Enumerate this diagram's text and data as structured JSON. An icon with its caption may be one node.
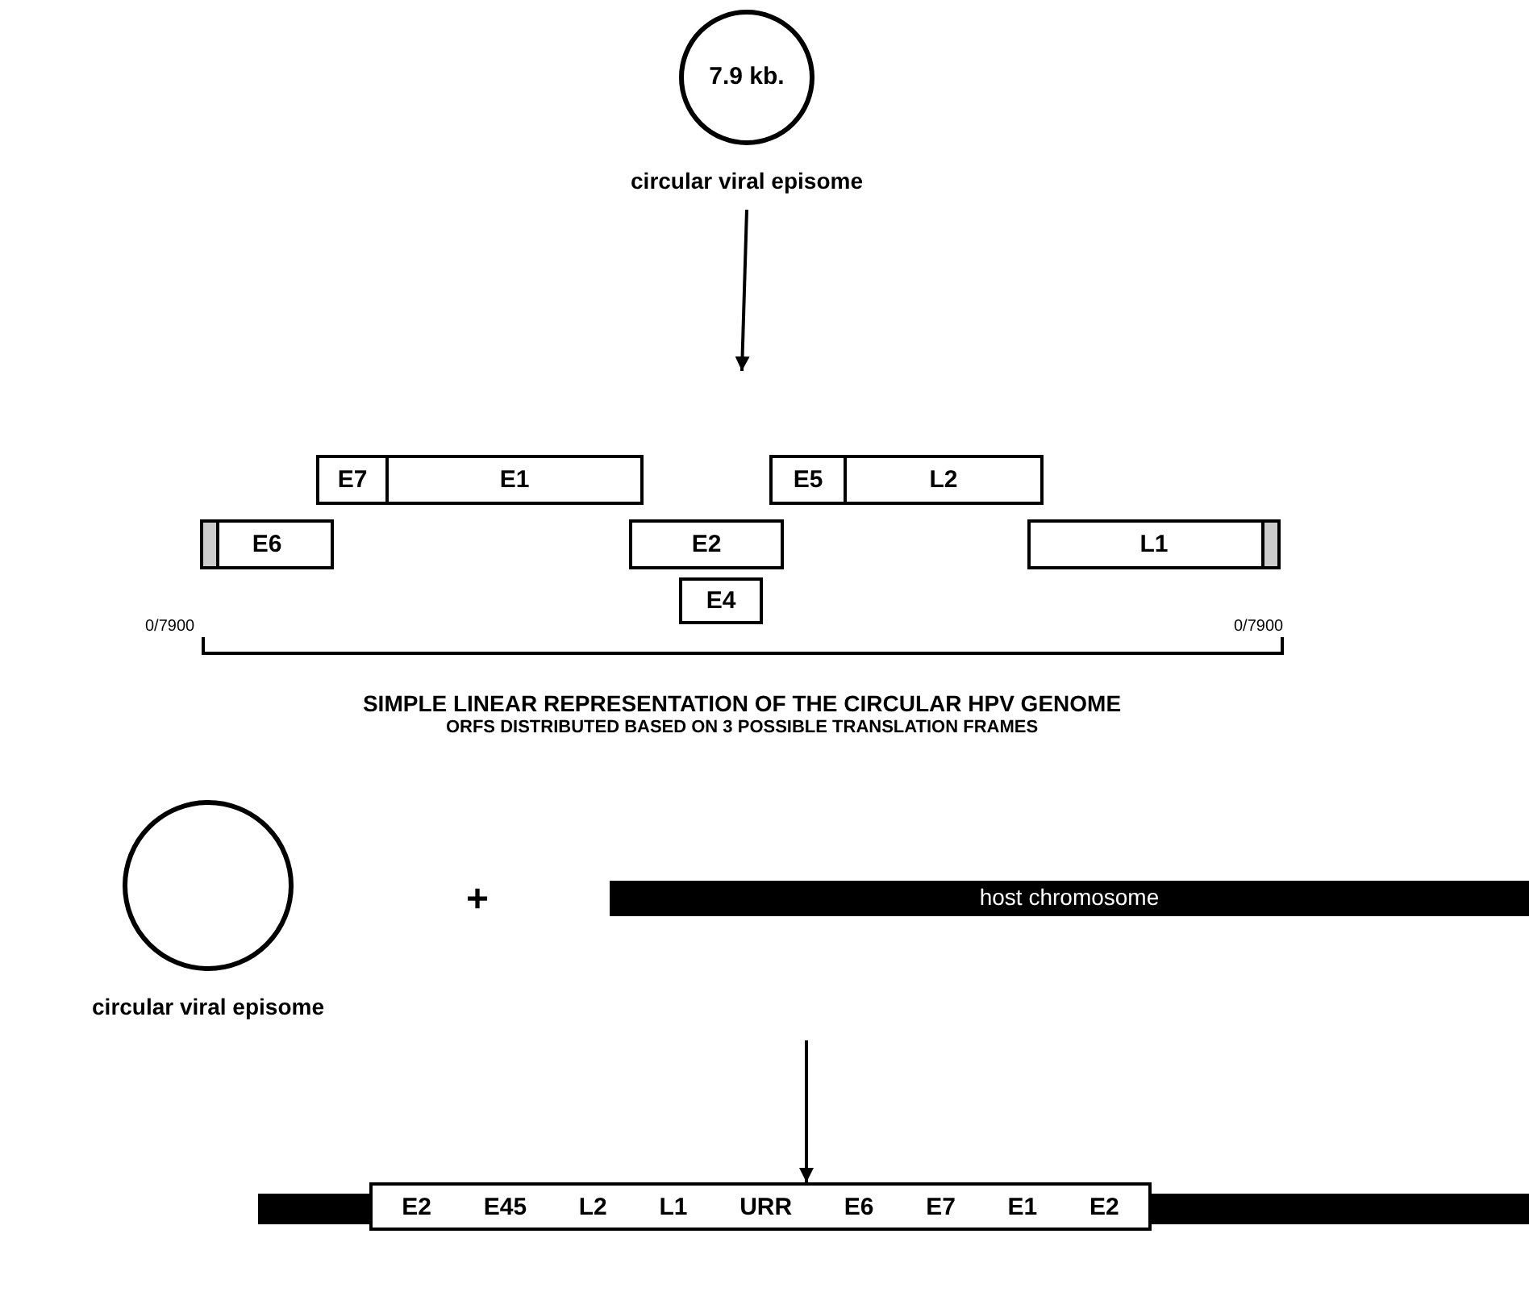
{
  "diagram": {
    "nodes": [
      {
        "text": [
          "7.9 kb."
        ],
        "beside": [
          "circular viral episome"
        ]
      },
      {
        "text": [
          "SIMPLE LINEAR REPRESENTATION OF THE CIRCULAR HPV GENOME",
          "ORFS DISTRIBUTED BASED ON 3 POSSIBLE TRANSLATION FRAMES"
        ]
      },
      {
        "text": [
          "E7"
        ],
        "in": 1
      },
      {
        "text": [
          "E1"
        ],
        "in": 1
      },
      {
        "text": [
          "E5"
        ],
        "in": 1
      },
      {
        "text": [
          "L2"
        ],
        "in": 1
      },
      {
        "text": [
          "E6"
        ],
        "in": 1
      },
      {
        "text": [
          "E2"
        ],
        "in": 1
      },
      {
        "text": [
          "L1"
        ],
        "in": 1
      },
      {
        "text": [
          "E4"
        ],
        "in": 1
      },
      {
        "text": [],
        "shape": "circle",
        "beside": [
          "circular viral episome"
        ]
      },
      {
        "text": [
          "host chromosome"
        ]
      },
      {
        "text": [
          "E2",
          "E45",
          "L2",
          "L1",
          "URR",
          "E6",
          "E7",
          "E1",
          "E2"
        ]
      }
    ],
    "edges": [
      {
        "from": 0,
        "to": 1,
        "arrow": "to"
      },
      {
        "from": null,
        "to": 12,
        "arrow": "to"
      }
    ],
    "labels": [
      "0/7900",
      "0/7900",
      "+"
    ]
  }
}
